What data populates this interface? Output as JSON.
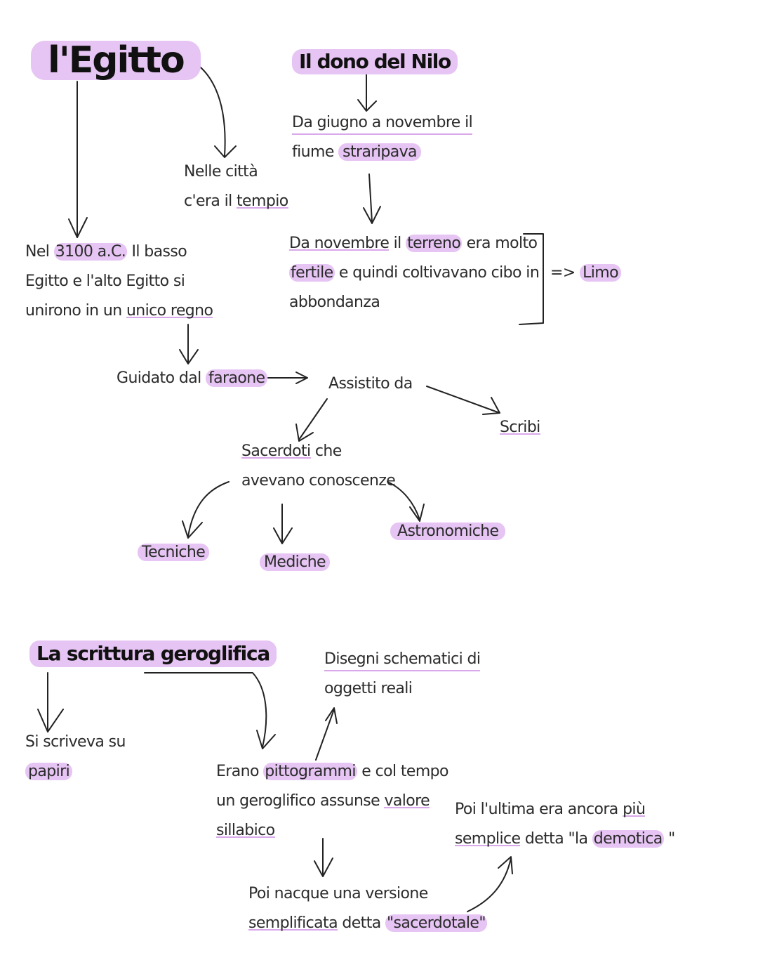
{
  "titles": {
    "main": "l'Egitto",
    "nile": "Il dono del Nilo",
    "writing": "La scrittura geroglifica"
  },
  "nodes": {
    "tempio": {
      "l1": "Nelle città",
      "l2a": "c'era il ",
      "l2b": "tempio"
    },
    "nile_flood": {
      "l1": "Da giugno a novembre il",
      "l2a": "fiume ",
      "l2b": "straripava"
    },
    "nile_soil": {
      "l1a": "Da novembre",
      "l1b": " il ",
      "l1c": "terreno",
      "l1d": " era molto",
      "l2a": "fertile",
      "l2b": " e quindi coltivavano cibo in",
      "l3": "abbondanza"
    },
    "limo": {
      "arrow": "=>",
      "label": "Limo"
    },
    "regno": {
      "l1a": "Nel ",
      "l1b": "3100 a.C.",
      "l1c": " Il basso",
      "l2": "Egitto e l'alto Egitto si",
      "l3a": "unirono in un ",
      "l3b": "unico regno"
    },
    "faraone": {
      "a": "Guidato dal ",
      "b": "faraone"
    },
    "assistito": "Assistito da",
    "scribi": "Scribi",
    "sacerdoti": {
      "l1a": "Sacerdoti",
      "l1b": " che",
      "l2": "avevano conoscenze"
    },
    "tecniche": "Tecniche",
    "mediche": "Mediche",
    "astronomiche": "Astronomiche",
    "papiri": {
      "l1": "Si scriveva su",
      "l2": "papiri"
    },
    "disegni": {
      "l1": "Disegni schematici di",
      "l2": "oggetti reali"
    },
    "pittogrammi": {
      "l1a": "Erano ",
      "l1b": "pittogrammi",
      "l1c": " e col tempo",
      "l2a": "un geroglifico assunse ",
      "l2b": "valore",
      "l3": "sillabico"
    },
    "sacerdotale": {
      "l1": "Poi nacque una versione",
      "l2a": "semplificata",
      "l2b": " detta ",
      "l2c": "\"sacerdotale\""
    },
    "demotica": {
      "l1a": "Poi l'ultima era ancora ",
      "l1b": "più",
      "l2a": "semplice",
      "l2b": " detta \"la ",
      "l2c": "demotica",
      "l2d": " \""
    }
  },
  "colors": {
    "highlight": "#e6c4f3",
    "ink": "#2b2b2b",
    "underline": "#d9a8ea"
  }
}
